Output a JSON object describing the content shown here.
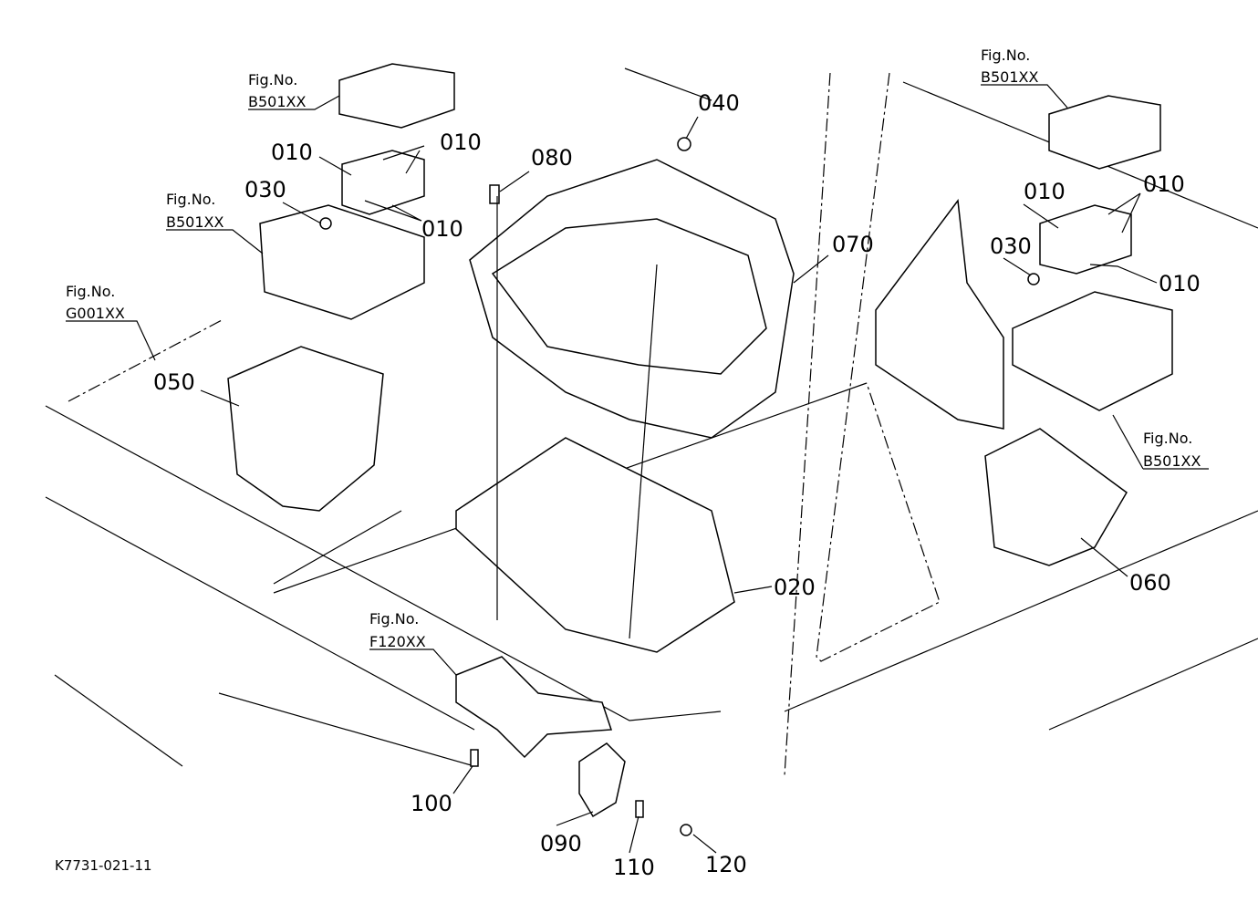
{
  "diagram_code": "K7731-021-11",
  "fig_refs": {
    "top_left_upper": {
      "label": "Fig.No.",
      "code": "B501XX"
    },
    "top_left_lower": {
      "label": "Fig.No.",
      "code": "B501XX"
    },
    "left_frame": {
      "label": "Fig.No.",
      "code": "G001XX"
    },
    "center_bracket": {
      "label": "Fig.No.",
      "code": "F120XX"
    },
    "top_right": {
      "label": "Fig.No.",
      "code": "B501XX"
    },
    "right_lower": {
      "label": "Fig.No.",
      "code": "B501XX"
    }
  },
  "callouts": {
    "c010_a": "010",
    "c010_b": "010",
    "c010_c": "010",
    "c010_d": "010",
    "c010_e": "010",
    "c010_f": "010",
    "c030_a": "030",
    "c030_b": "030",
    "c040": "040",
    "c050": "050",
    "c060": "060",
    "c070": "070",
    "c080": "080",
    "c020": "020",
    "c090": "090",
    "c100": "100",
    "c110": "110",
    "c120": "120"
  }
}
